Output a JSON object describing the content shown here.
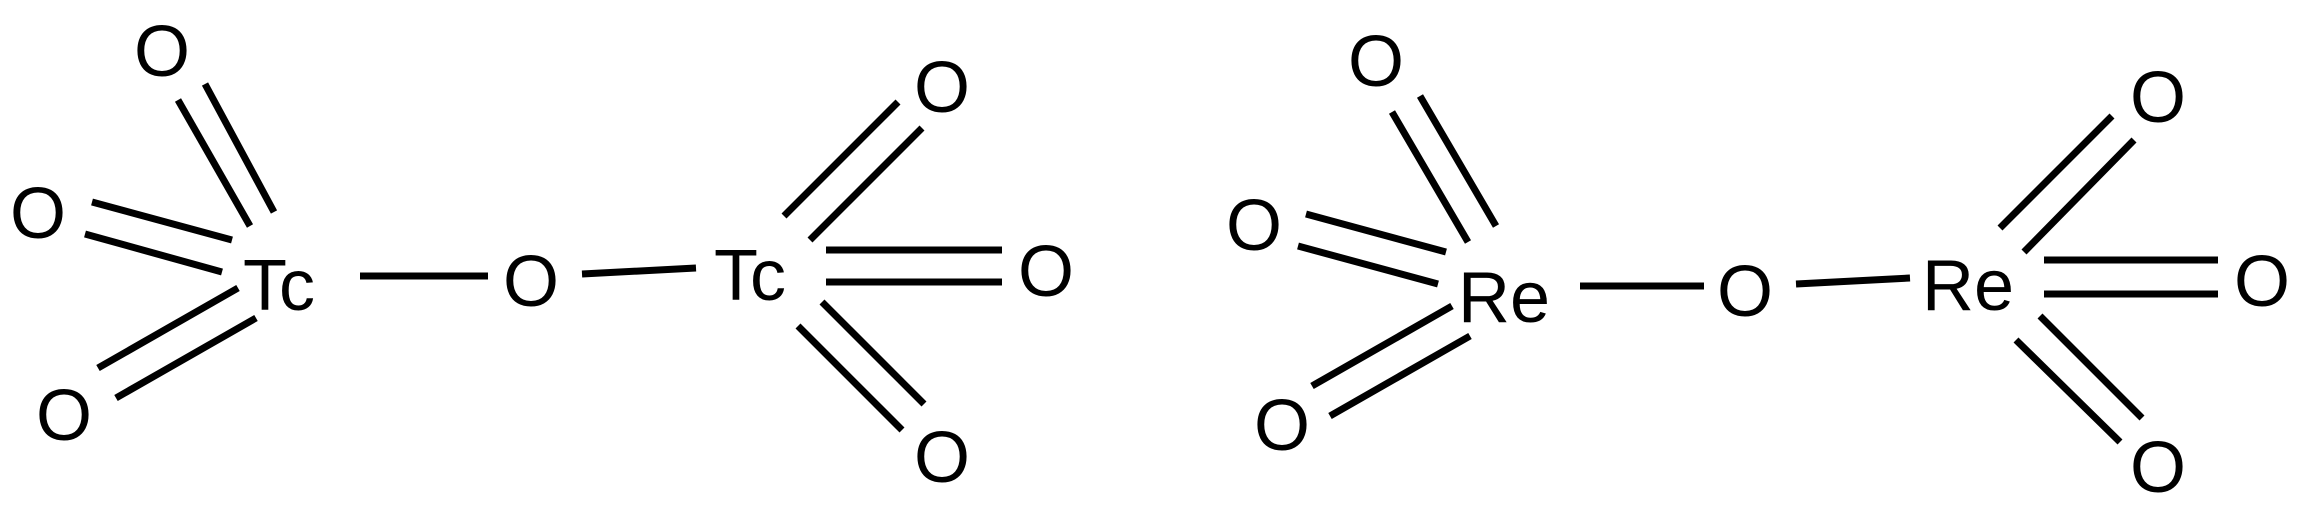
{
  "molecules": [
    {
      "name": "Tc2O7",
      "metal_symbol": "Tc",
      "bridge_symbol": "O",
      "left_oxo": [
        "O",
        "O",
        "O"
      ],
      "right_oxo": [
        "O",
        "O",
        "O"
      ]
    },
    {
      "name": "Re2O7",
      "metal_symbol": "Re",
      "bridge_symbol": "O",
      "left_oxo": [
        "O",
        "O",
        "O"
      ],
      "right_oxo": [
        "O",
        "O",
        "O"
      ]
    }
  ]
}
